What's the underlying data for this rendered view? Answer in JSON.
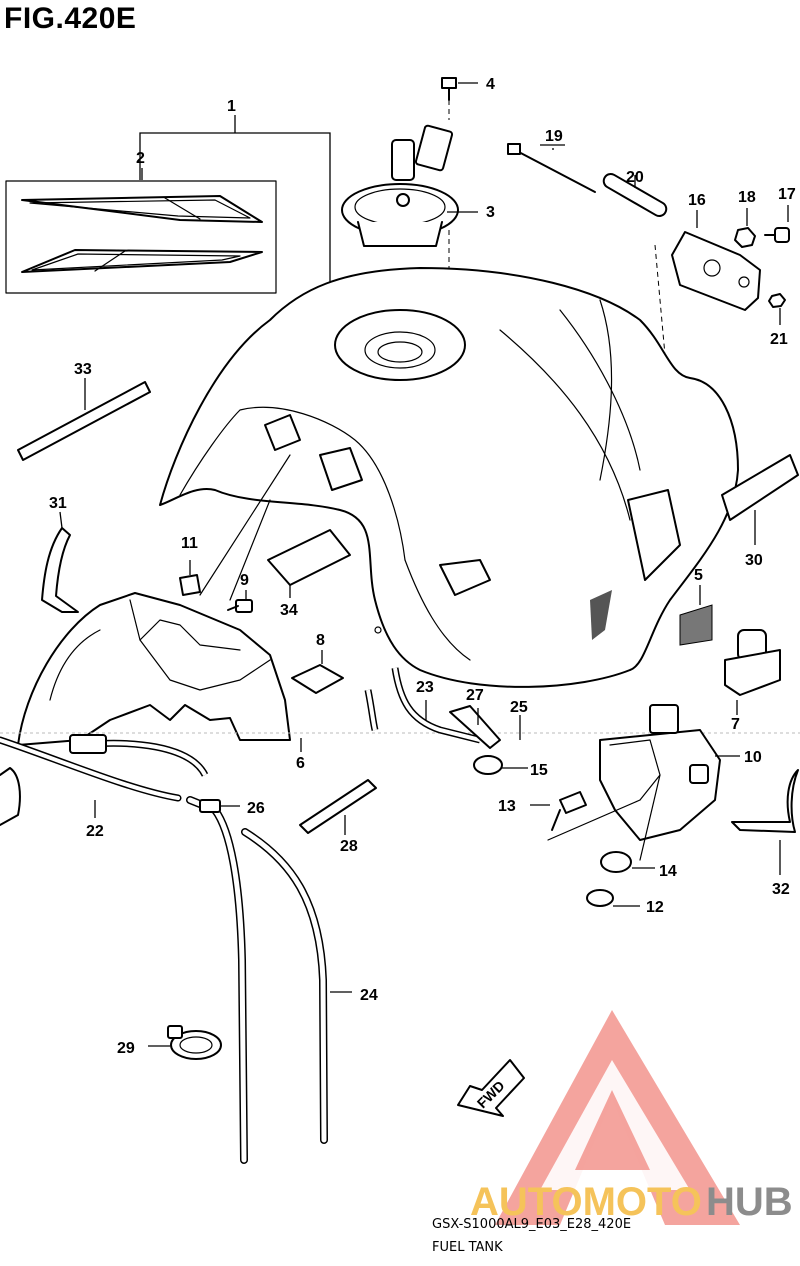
{
  "figure": {
    "title": "FIG.420E",
    "model_code": "GSX-S1000AL9_E03_E28_420E",
    "caption": "FUEL TANK",
    "fwd_label": "FWD"
  },
  "callouts": [
    "1",
    "2",
    "3",
    "4",
    "5",
    "6",
    "7",
    "8",
    "9",
    "10",
    "11",
    "12",
    "13",
    "14",
    "15",
    "16",
    "17",
    "18",
    "19",
    "20",
    "21",
    "22",
    "23",
    "24",
    "25",
    "26",
    "27",
    "28",
    "29",
    "30",
    "31",
    "32",
    "33",
    "34"
  ],
  "watermark": {
    "brand_part1": "AUTOMOTO",
    "brand_part2": "HUB",
    "accent_color": "#f39a93",
    "brand1_color": "#f5c35a",
    "brand2_color": "#8c8c8c"
  }
}
